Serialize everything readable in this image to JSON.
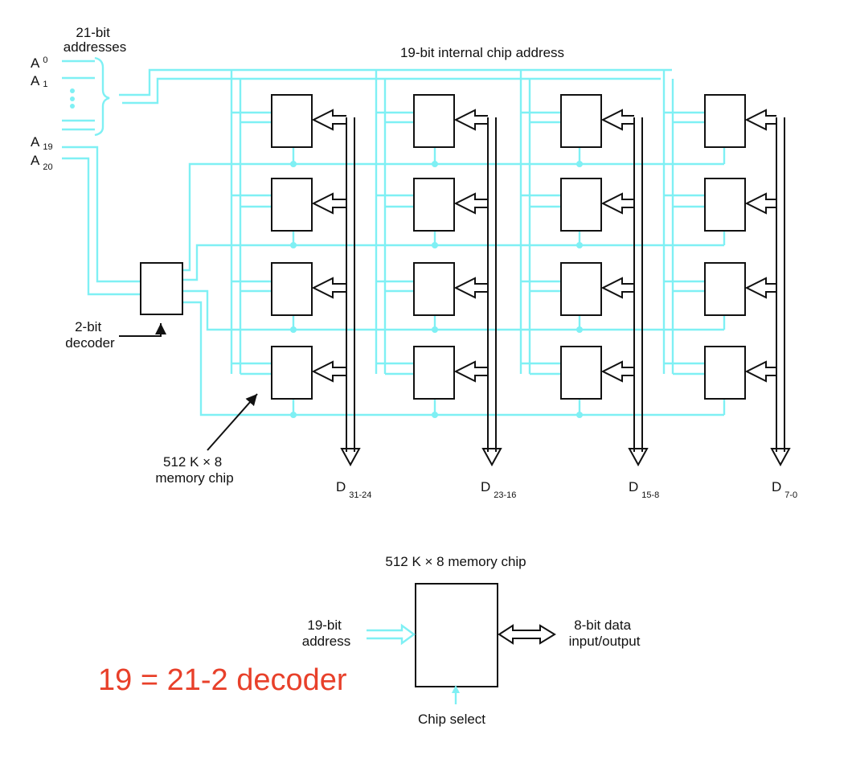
{
  "labels": {
    "address_bits": "21-bit\naddresses",
    "a0_letter": "A",
    "a0_sub": "0",
    "a1_letter": "A",
    "a1_sub": "1",
    "a19_letter": "A",
    "a19_sub": "19",
    "a20_letter": "A",
    "a20_sub": "20",
    "internal_address": "19-bit internal chip address",
    "decoder": "2-bit\ndecoder",
    "memory_chip": "512 K  ×  8\nmemory chip"
  },
  "data_buses": [
    {
      "letter": "D",
      "sub": "31-24"
    },
    {
      "letter": "D",
      "sub": "23-16"
    },
    {
      "letter": "D",
      "sub": "15-8"
    },
    {
      "letter": "D",
      "sub": "7-0"
    }
  ],
  "chip_diagram": {
    "title": "512 K  ×  8 memory chip",
    "address_in": "19-bit\naddress",
    "data_io": "8-bit data\ninput/output",
    "chip_select": "Chip select"
  },
  "annotation": "19 = 21-2 decoder",
  "colors": {
    "wire": "#7ff0f4",
    "annotation": "#e8402a",
    "outline": "#111111"
  }
}
